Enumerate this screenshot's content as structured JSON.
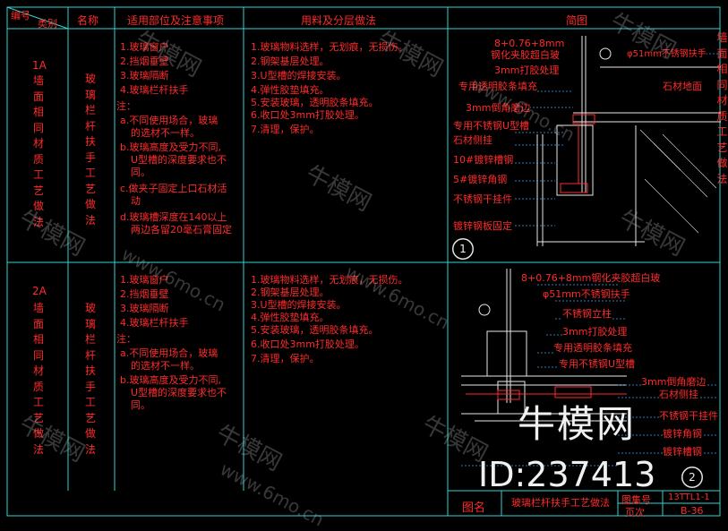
{
  "table": {
    "headers": {
      "number": "编号",
      "category": "类别",
      "name": "名称",
      "usage": "适用部位及注意事项",
      "materials": "用料及分层做法",
      "diagram": "简图"
    },
    "rows": [
      {
        "code": "1A",
        "category": "墙面相同材质工艺做法",
        "name": "玻璃栏杆扶手工艺做法",
        "usage": [
          "1.玻璃窗户",
          "2.挡烟垂壁",
          "3.玻璃隔断",
          "4.玻璃栏杆扶手"
        ],
        "note_title": "注：",
        "notes": [
          "a.不同使用场合，玻璃",
          "的选材不一样。",
          "b.玻璃高度及受力不同,",
          "U型槽的深度要求也不",
          "同。",
          "c.做夹子固定上口石材活",
          "动",
          "d.玻璃槽深度在140以上",
          "两边各留20毫石膏固定"
        ],
        "materials": [
          "1.玻璃物料选样，无划痕，无损伤。",
          "2.钢架基层处理。",
          "3.U型槽的焊接安装。",
          "4.弹性胶垫填充。",
          "5.安装玻璃，透明胶条填充。",
          "6.收口处3mm打胶处理。",
          "7.清理，保护。"
        ],
        "diagram_labels": [
          "8+0.76+8mm",
          "钢化夹胶超白玻",
          "φ51mm不锈钢扶手",
          "3mm打胶处理",
          "专用透明胶条填充",
          "石材地面",
          "3mm倒角磨边",
          "专用不锈钢U型槽",
          "石材侧挂",
          "10#镀锌槽钢",
          "5#镀锌角钢",
          "不锈钢干挂件",
          "镀锌钢板固定"
        ],
        "diagram_number": "1"
      },
      {
        "code": "2A",
        "category": "墙面相同材质工艺做法",
        "name": "玻璃栏杆扶手工艺做法",
        "usage": [
          "1.玻璃窗户",
          "2.挡烟垂壁",
          "3.玻璃隔断",
          "4.玻璃栏杆扶手"
        ],
        "note_title": "注：",
        "notes": [
          "a.不同使用场合，玻璃",
          "的选材不一样。",
          "b.玻璃高度及受力不同,",
          "U型槽的深度要求也不",
          "同。"
        ],
        "materials": [
          "1.玻璃物料选样，无划痕，无损伤。",
          "2.钢架基层处理。",
          "3.U型槽的焊接安装。",
          "4.弹性胶垫填充。",
          "5.安装玻璃，透明胶条填充。",
          "6.收口处3mm打胶处理。",
          "7.清理，保护。"
        ],
        "diagram_labels": [
          "8+0.76+8mm钢化夹胶超白玻",
          "φ51mm不锈钢扶手",
          "不锈钢立柱",
          "3mm打胶处理",
          "专用透明胶条填充",
          "专用不锈钢U型槽",
          "3mm倒角磨边",
          "石材侧挂",
          "不锈钢干挂件",
          "镀锌角钢",
          "镀锌槽钢"
        ],
        "diagram_number": "2"
      }
    ]
  },
  "title_block": {
    "drawing_name_label": "图名",
    "drawing_name": "玻璃栏杆扶手工艺做法",
    "atlas_no_label": "图集号",
    "atlas_no": "13TTL1-1",
    "page_label": "页次",
    "page": "B-36"
  },
  "watermark": {
    "brand": "牛模网",
    "id": "ID:237413",
    "site": "www.6mo.cn"
  },
  "right_edge_text": "墙面相同材质工艺做法",
  "colors": {
    "text": "#ff2a2a",
    "grid": "#2fd6d6",
    "detail": "#e8e8e8",
    "background": "#000000",
    "leader": "#3aa0ff"
  }
}
